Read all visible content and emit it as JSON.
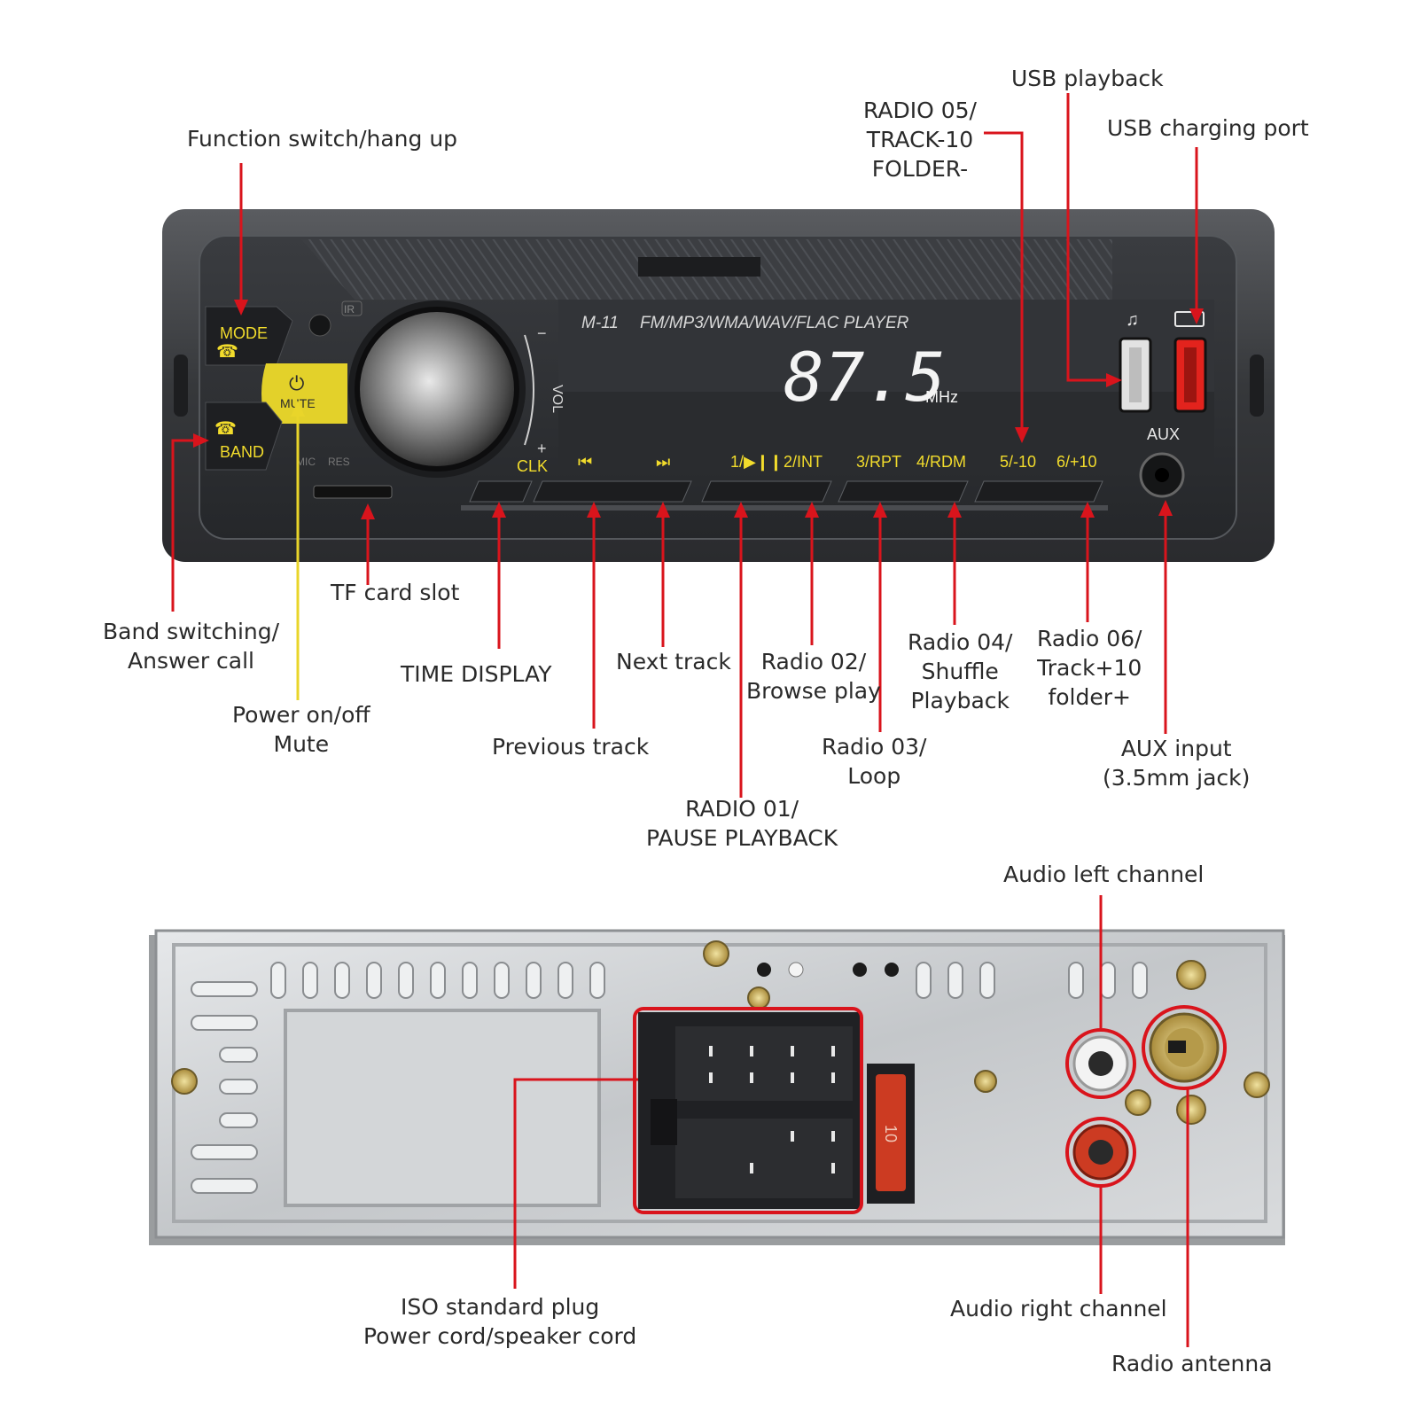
{
  "colors": {
    "callout_red": "#d9141c",
    "callout_yellow": "#e9d52a",
    "panel_dark": "#2c2e31",
    "lcd_digits": "#f4f4f4",
    "button_text": "#f2dc2c",
    "usb_charge_red": "#e3231d"
  },
  "panel": {
    "model": "M-11",
    "formats": "FM/MP3/WMA/WAV/FLAC  PLAYER",
    "frequency": "87.5",
    "unit": "MHz",
    "ir": "IR",
    "vol_minus": "−",
    "vol_label": "VOL",
    "vol_plus": "+",
    "mode_label": "MODE",
    "mute_label": "MUTE",
    "band_label": "BAND",
    "mic_label": "MIC",
    "res_label": "RES",
    "aux_label": "AUX",
    "buttons": {
      "clk": "CLK",
      "prev": "⏮",
      "next": "⏭",
      "b1": "1/▶❙❙",
      "b2": "2/INT",
      "b3": "3/RPT",
      "b4": "4/RDM",
      "b5": "5/-10",
      "b6": "6/+10"
    }
  },
  "rear": {
    "fuse": "10"
  },
  "labels": {
    "function_switch": "Function switch/hang up",
    "radio05": [
      "RADIO 05/",
      "TRACK-10",
      "FOLDER-"
    ],
    "usb_playback": "USB playback",
    "usb_charging": "USB charging port",
    "tf_card": "TF card slot",
    "band_switching": [
      "Band switching/",
      "Answer call"
    ],
    "time_display": "TIME DISPLAY",
    "next_track": "Next track",
    "radio02": [
      "Radio 02/",
      "Browse play"
    ],
    "radio04": [
      "Radio 04/",
      "Shuffle",
      "Playback"
    ],
    "radio06": [
      "Radio 06/",
      "Track+10",
      "folder+"
    ],
    "power": [
      "Power on/off",
      "Mute"
    ],
    "previous_track": "Previous track",
    "radio03": [
      "Radio 03/",
      "Loop"
    ],
    "aux_input": [
      "AUX input",
      "(3.5mm jack)"
    ],
    "radio01": [
      "RADIO 01/",
      "PAUSE PLAYBACK"
    ],
    "audio_left": "Audio left channel",
    "iso_plug": [
      "ISO standard plug",
      "Power cord/speaker cord"
    ],
    "audio_right": "Audio right channel",
    "radio_antenna": "Radio antenna"
  }
}
